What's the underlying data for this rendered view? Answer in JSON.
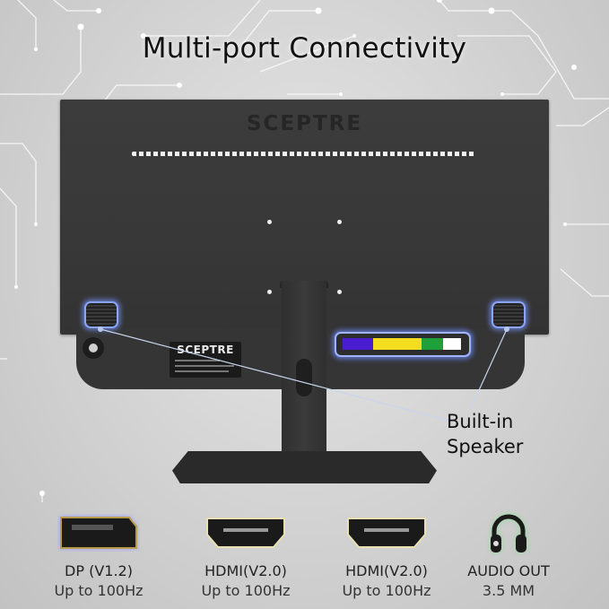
{
  "title": "Multi-port Connectivity",
  "monitor": {
    "brand_top": "SCEPTRE",
    "label_plate_brand": "SCEPTRE"
  },
  "callout": {
    "line1": "Built-in",
    "line2": "Speaker"
  },
  "port_strip": [
    {
      "name": "displayport",
      "color": "#4a1ed0"
    },
    {
      "name": "hdmi-1",
      "color": "#f2de1e"
    },
    {
      "name": "hdmi-2",
      "color": "#f2de1e"
    },
    {
      "name": "audio-out",
      "color": "#1ea03a"
    },
    {
      "name": "power",
      "color": "#ffffff"
    }
  ],
  "features": [
    {
      "icon": "displayport-icon",
      "line1": "DP (V1.2)",
      "line2": "Up to 100Hz"
    },
    {
      "icon": "hdmi-icon",
      "line1": "HDMI(V2.0)",
      "line2": "Up to 100Hz"
    },
    {
      "icon": "hdmi-icon",
      "line1": "HDMI(V2.0)",
      "line2": "Up to 100Hz"
    },
    {
      "icon": "headphones-icon",
      "line1": "AUDIO OUT",
      "line2": "3.5 MM"
    }
  ]
}
